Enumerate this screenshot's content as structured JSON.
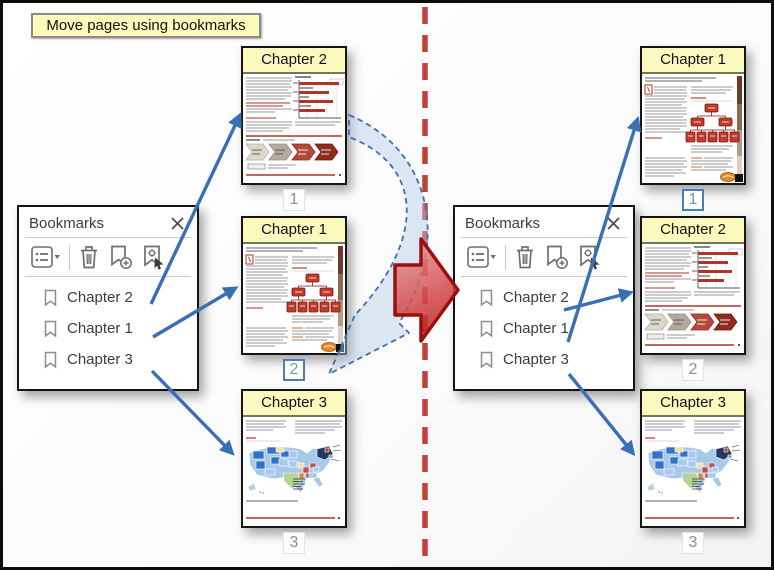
{
  "banner": {
    "label": "Move pages using bookmarks"
  },
  "left": {
    "panel": {
      "title": "Bookmarks",
      "close_icon": "close-icon",
      "toolbar_icons": [
        "options-menu-icon",
        "trash-icon",
        "add-bookmark-icon",
        "bookmark-options-icon"
      ],
      "items": [
        {
          "label": "Chapter 2"
        },
        {
          "label": "Chapter 1"
        },
        {
          "label": "Chapter 3"
        }
      ]
    },
    "pages": [
      {
        "label": "Chapter 2",
        "number": "1",
        "selected": false,
        "corner_marker": false,
        "art": "barchart"
      },
      {
        "label": "Chapter 1",
        "number": "2",
        "selected": true,
        "corner_marker": true,
        "art": "orgchart"
      },
      {
        "label": "Chapter 3",
        "number": "3",
        "selected": false,
        "corner_marker": false,
        "art": "usmap"
      }
    ]
  },
  "right": {
    "panel": {
      "title": "Bookmarks",
      "close_icon": "close-icon",
      "toolbar_icons": [
        "options-menu-icon",
        "trash-icon",
        "add-bookmark-icon",
        "bookmark-options-icon"
      ],
      "items": [
        {
          "label": "Chapter 2"
        },
        {
          "label": "Chapter 1"
        },
        {
          "label": "Chapter 3"
        }
      ]
    },
    "pages": [
      {
        "label": "Chapter 1",
        "number": "1",
        "selected": true,
        "corner_marker": true,
        "art": "orgchart"
      },
      {
        "label": "Chapter 2",
        "number": "2",
        "selected": false,
        "corner_marker": false,
        "art": "barchart"
      },
      {
        "label": "Chapter 3",
        "number": "3",
        "selected": false,
        "corner_marker": false,
        "art": "usmap"
      }
    ]
  },
  "diagram": {
    "divider_color": "#C2403C",
    "link_arrow_color": "#3A6EB5",
    "transform_arrow_color": "#C62828",
    "banner_yellow": "#FBFBBC",
    "selected_number_border": "#4A7EBB"
  }
}
